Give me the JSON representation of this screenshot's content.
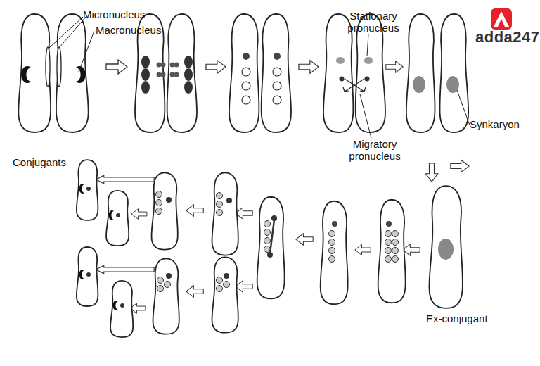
{
  "diagram": {
    "labels": [
      "Micronucleus",
      "Macronucleus",
      "Stationary pronucleus",
      "Migratory pronucleus",
      "Synkaryon",
      "Conjugants",
      "Ex-conjugant",
      "adda247"
    ]
  }
}
